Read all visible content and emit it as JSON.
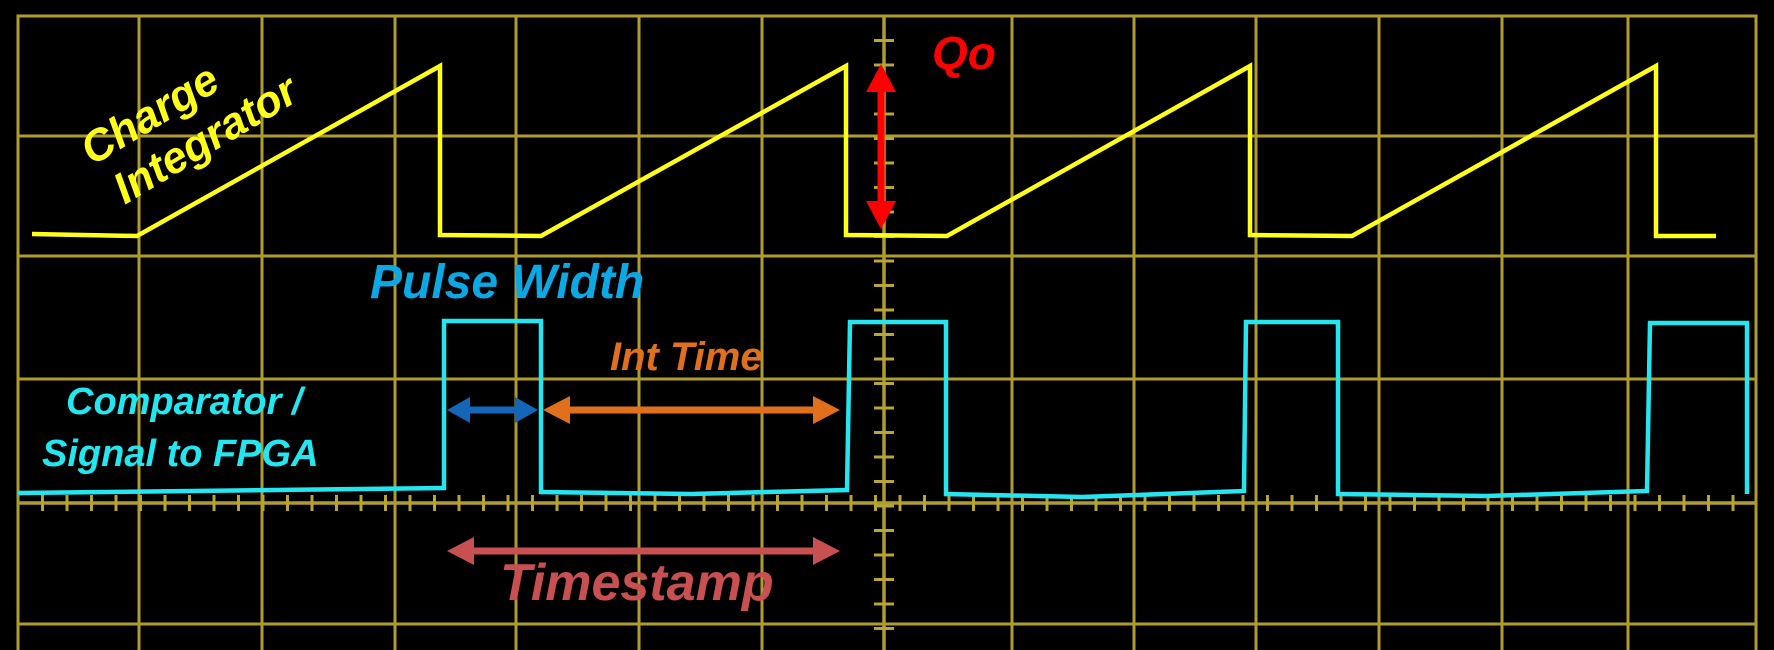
{
  "colors": {
    "background": "#000000",
    "grid": "#b8a532",
    "charge_trace": "#ffff1a",
    "comparator_trace": "#22e6f0",
    "qo": "#ff0000",
    "pulse_width_label": "#0aa9e6",
    "pulse_width_arrow": "#1466b8",
    "int_time": "#e0701c",
    "timestamp": "#c85050"
  },
  "labels": {
    "charge_line1": "Charge",
    "charge_line2": "Integrator",
    "qo": "Qo",
    "pulse_width": "Pulse Width",
    "int_time": "Int Time",
    "comparator_line1": "Comparator /",
    "comparator_line2": "Signal to FPGA",
    "timestamp": "Timestamp"
  }
}
